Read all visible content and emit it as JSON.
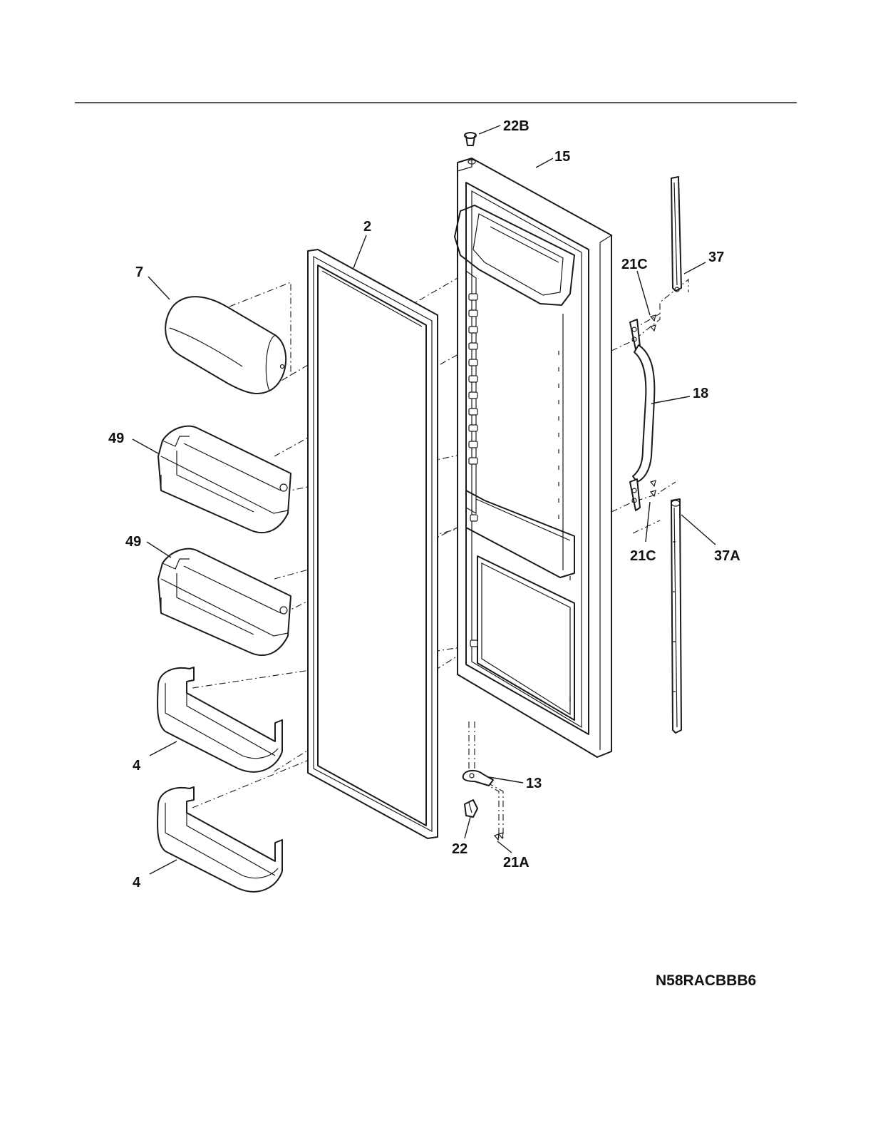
{
  "diagram_code": "N58RACBBB6",
  "callouts": {
    "c22b": "22B",
    "c15": "15",
    "c2": "2",
    "c37": "37",
    "c7": "7",
    "c21c_top": "21C",
    "c18": "18",
    "c49_top": "49",
    "c21c_bottom": "21C",
    "c37a": "37A",
    "c49_bottom": "49",
    "c4_top": "4",
    "c13": "13",
    "c22": "22",
    "c21a": "21A",
    "c4_bottom": "4"
  }
}
